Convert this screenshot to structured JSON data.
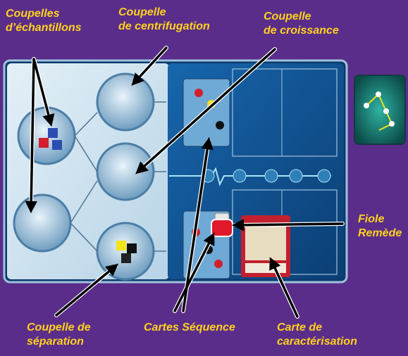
{
  "labels": {
    "sample_dishes": [
      "Coupelles",
      "d’échantillons"
    ],
    "centrifuge_dish": [
      "Coupelle",
      "de centrifugation"
    ],
    "growth_dish": [
      "Coupelle",
      "de croissance"
    ],
    "cure_vial": [
      "Fiole",
      "Remède"
    ],
    "separation_dish": [
      "Coupelle de",
      "séparation"
    ],
    "sequence_cards": [
      "Cartes Séquence"
    ],
    "characterization_card": [
      "Carte de",
      "caractérisation"
    ]
  },
  "colors": {
    "background": "#5b2d8a",
    "label": "#ffd21e",
    "board_light": "#cfe4f0",
    "board_dark": "#0e4f8e",
    "arrow": "#000000",
    "arrow_outline": "#ffffff",
    "vial_red": "#e0192c"
  }
}
